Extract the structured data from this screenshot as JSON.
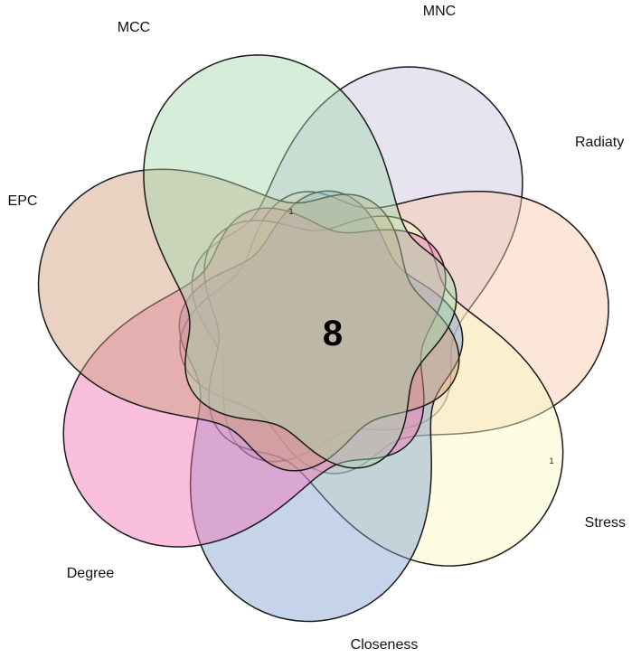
{
  "venn": {
    "sets": [
      {
        "name": "MNC",
        "color": "#c9c0e0"
      },
      {
        "name": "Radiaty",
        "color": "#f8c8a8"
      },
      {
        "name": "Stress",
        "color": "#fbfac0"
      },
      {
        "name": "Closeness",
        "color": "#7f9fce"
      },
      {
        "name": "Degree",
        "color": "#f271b4"
      },
      {
        "name": "EPC",
        "color": "#cf9c78"
      },
      {
        "name": "MCC",
        "color": "#a5d8ae"
      }
    ],
    "center_count": "8",
    "region_counts": [
      {
        "label": "1",
        "near": "MCC"
      },
      {
        "label": "1",
        "near": "Stress"
      }
    ]
  }
}
